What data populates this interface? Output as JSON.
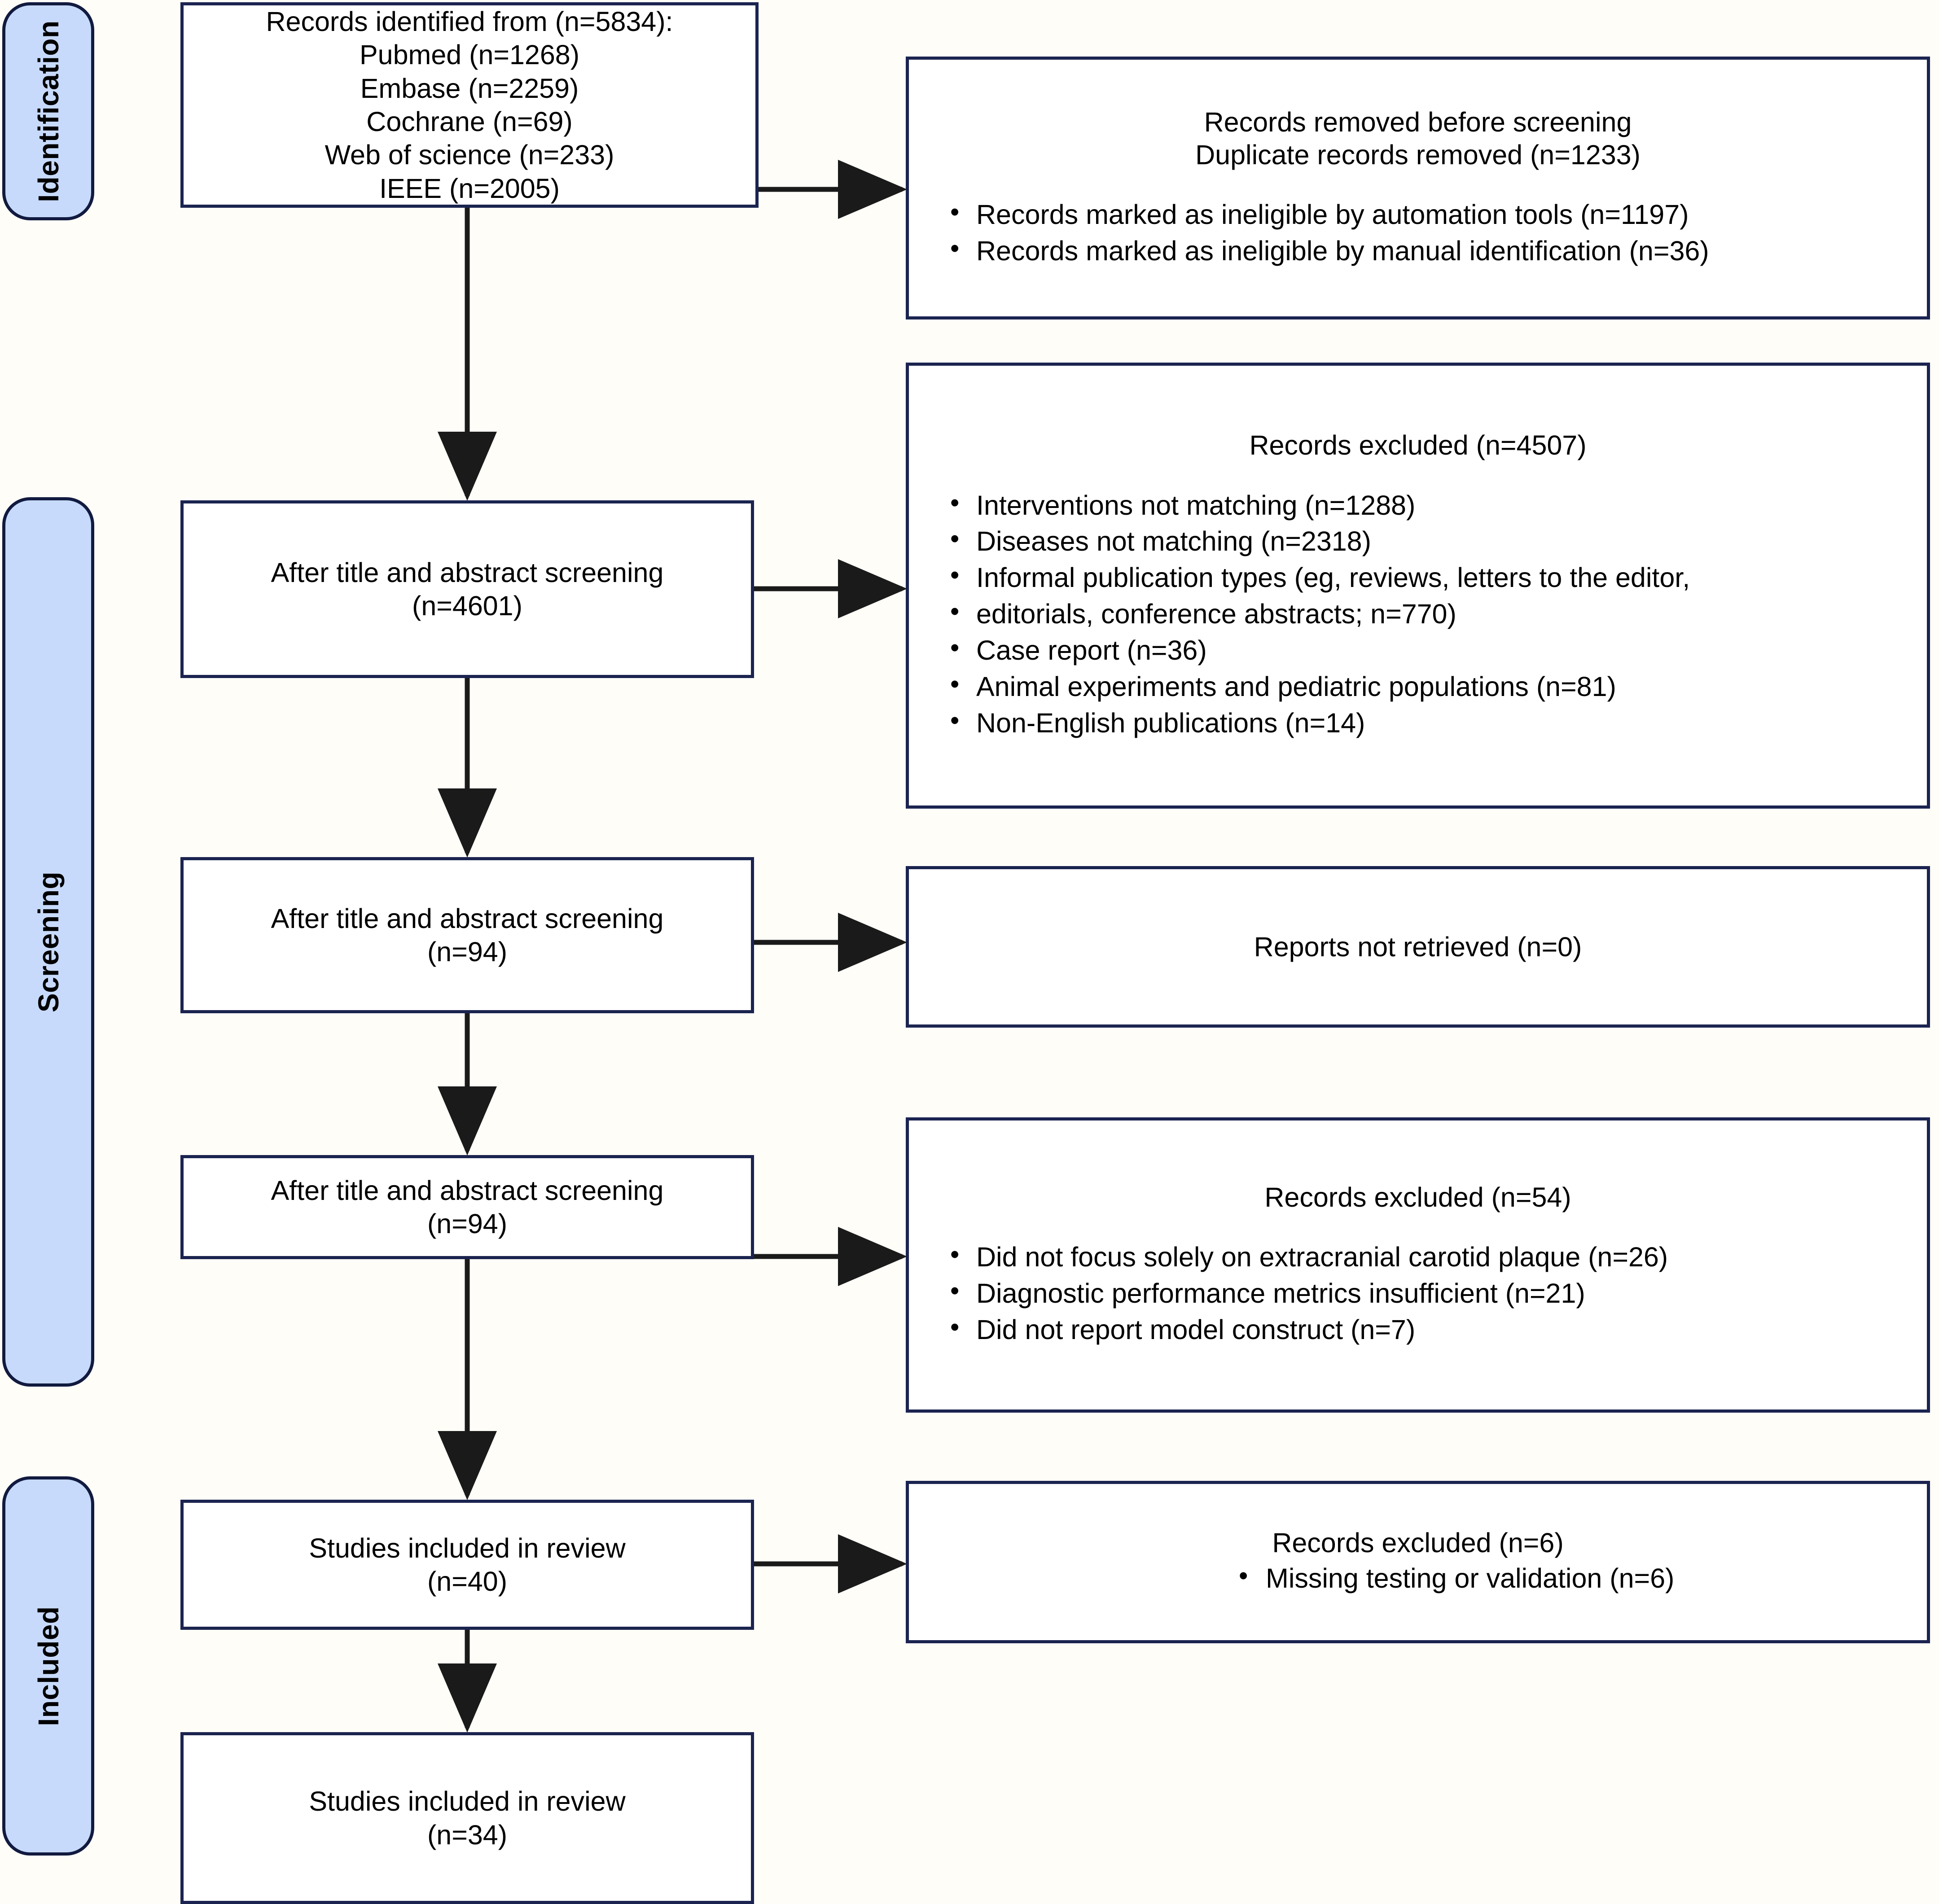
{
  "diagram": {
    "type": "prisma-flow-diagram",
    "title": "PRISMA study selection flow diagram",
    "colors": {
      "pill_fill": "#c7dafb",
      "pill_border": "#111a3f",
      "box_border": "#1b2450",
      "box_fill": "#ffffff",
      "arrow": "#1a1a1a",
      "page_background": "#fffdf8"
    }
  },
  "phases": [
    {
      "id": "identification",
      "label": "Identification"
    },
    {
      "id": "screening",
      "label": "Screening"
    },
    {
      "id": "included",
      "label": "Included"
    }
  ],
  "nodes": {
    "identified": {
      "lines": [
        "Records identified from (n=5834):",
        "Pubmed (n=1268)",
        "Embase (n=2259)",
        "Cochrane (n=69)",
        "Web of science (n=233)",
        "IEEE (n=2005)"
      ]
    },
    "removed_before_screening": {
      "heading": [
        "Records removed before screening",
        "Duplicate records removed (n=1233)"
      ],
      "bullets": [
        "Records marked as ineligible by automation tools (n=1197)",
        "Records marked as ineligible by manual identification (n=36)"
      ]
    },
    "after_screening_4601": {
      "lines": [
        "After title and abstract screening",
        "(n=4601)"
      ]
    },
    "records_excluded_4507": {
      "heading": [
        "Records excluded (n=4507)"
      ],
      "bullets": [
        "Interventions not matching (n=1288)",
        "Diseases not matching (n=2318)",
        "Informal publication types (eg, reviews, letters to the editor,",
        "editorials, conference abstracts; n=770)",
        "Case report (n=36)",
        "Animal experiments and pediatric populations (n=81)",
        "Non-English publications (n=14)"
      ]
    },
    "after_screening_94_a": {
      "lines": [
        "After title and abstract screening",
        "(n=94)"
      ]
    },
    "reports_not_retrieved": {
      "lines": [
        "Reports not retrieved (n=0)"
      ]
    },
    "after_screening_94_b": {
      "lines": [
        "After title and abstract screening",
        "(n=94)"
      ]
    },
    "records_excluded_54": {
      "heading": [
        "Records excluded (n=54)"
      ],
      "bullets": [
        "Did not focus solely on extracranial carotid plaque (n=26)",
        "Diagnostic performance metrics insufficient (n=21)",
        "Did not report model construct (n=7)"
      ]
    },
    "studies_included_40": {
      "lines": [
        "Studies included in review",
        "(n=40)"
      ]
    },
    "records_excluded_6": {
      "heading": [
        "Records excluded (n=6)"
      ],
      "bullets": [
        "Missing testing or validation (n=6)"
      ]
    },
    "studies_included_34": {
      "lines": [
        "Studies included in review",
        "(n=34)"
      ]
    }
  }
}
